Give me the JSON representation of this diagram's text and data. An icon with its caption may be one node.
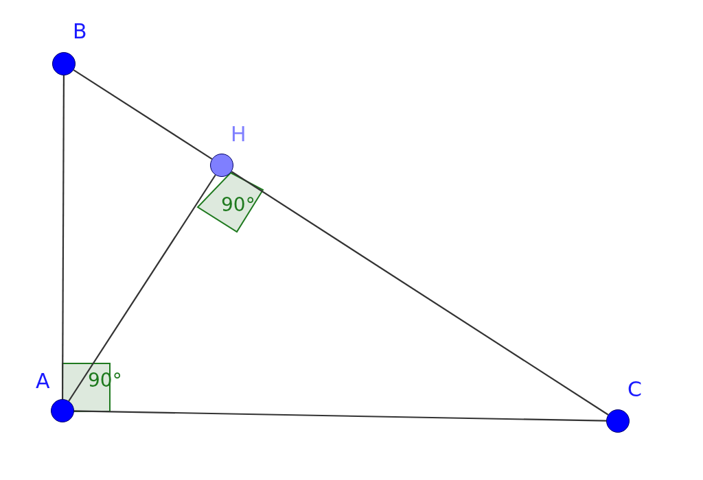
{
  "diagram": {
    "nodes": [
      {
        "text": [
          "B"
        ]
      },
      {
        "text": [
          "H"
        ]
      },
      {
        "text": [
          "A"
        ]
      },
      {
        "text": [
          "C"
        ]
      }
    ],
    "edges": [
      {
        "from": 0,
        "to": 2,
        "arrow": "none"
      },
      {
        "from": 2,
        "to": 3,
        "arrow": "none"
      },
      {
        "from": 0,
        "to": 1,
        "arrow": "none"
      },
      {
        "from": 1,
        "to": 3,
        "arrow": "none"
      },
      {
        "from": 2,
        "to": 1,
        "arrow": "none"
      }
    ],
    "labels": [
      "90°",
      "90°"
    ]
  }
}
